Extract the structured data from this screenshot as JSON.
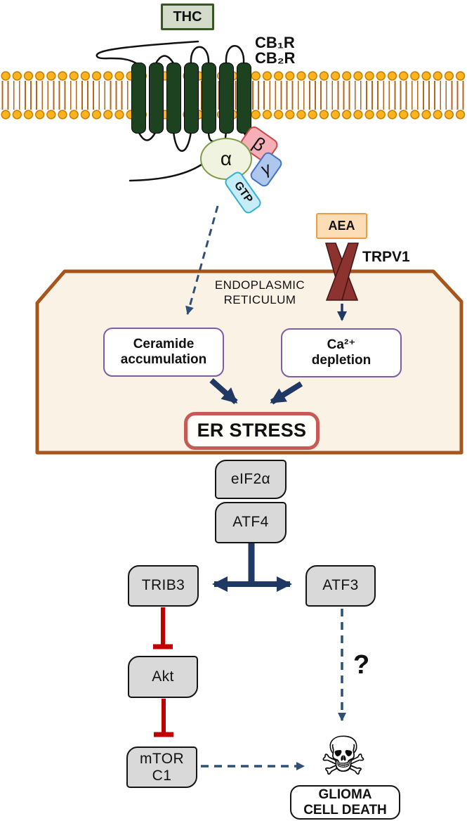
{
  "colors": {
    "navy": "#1F3864",
    "navy_dash": "#2E5077",
    "red": "#C00000",
    "er_border": "#A6561C",
    "er_fill": "#FBF2E6",
    "purple": "#7B5EA7",
    "grey_fill": "#D9D9D9",
    "stress_border": "#C65B56",
    "thc_fill": "#D5DBCA",
    "thc_border": "#375623",
    "aea_fill": "#FCDDB5",
    "aea_border": "#ED9C42",
    "trpv1_fill": "#8C3330",
    "trpv1_edge": "#401512",
    "helix_fill": "#1C4220",
    "lipid": "#FFB41E",
    "lipid_edge": "#C87E00",
    "tail": "#B06A1E",
    "alpha_fill": "#EFF3DF",
    "alpha_edge": "#7F9C49",
    "beta_fill": "#F6AFB6",
    "beta_edge": "#C34A4A",
    "gamma_fill": "#AFC7ED",
    "gamma_edge": "#4472C4",
    "gtp_fill": "#C5ECF7",
    "gtp_edge": "#31B0D5"
  },
  "ligands": {
    "thc": "THC",
    "aea": "AEA"
  },
  "receptors": {
    "cb1r": "CB₁R",
    "cb2r": "CB₂R",
    "trpv1": "TRPV1"
  },
  "g_protein": {
    "alpha": "α",
    "beta": "β",
    "gamma": "γ",
    "gtp": "GTP"
  },
  "er": {
    "name_line1": "ENDOPLASMIC",
    "name_line2": "RETICULUM",
    "ceramide_line1": "Ceramide",
    "ceramide_line2": "accumulation",
    "calcium_line1": "Ca²⁺",
    "calcium_line2": "depletion",
    "stress": "ER STRESS"
  },
  "cascade": {
    "eif2a": "eIF2α",
    "atf4": "ATF4",
    "trib3": "TRIB3",
    "atf3": "ATF3",
    "akt": "Akt",
    "mtorc1_line1": "mTOR",
    "mtorc1_line2": "C1",
    "question_mark": "?"
  },
  "outcome": {
    "skull_icon": "☠",
    "glioma_line1": "GLIOMA",
    "glioma_line2": "CELL DEATH"
  }
}
